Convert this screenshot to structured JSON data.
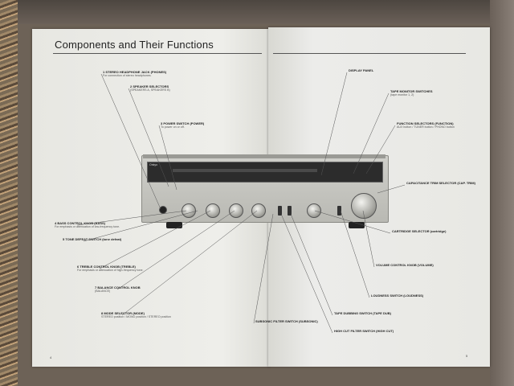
{
  "title": "Components and Their Functions",
  "panel_brand": "Onkyo",
  "left_notes": [
    {
      "head": "1 STEREO HEADPHONE JACK (PHONES)",
      "body": "For connection of stereo headphones."
    },
    {
      "head": "2 SPEAKER SELECTORS",
      "body": "(SPEAKERS A, SPEAKERS B)"
    },
    {
      "head": "3 POWER SWITCH (POWER)",
      "body": "To power on or off."
    },
    {
      "head": "4 BASS CONTROL KNOB (BASS)",
      "body": "For emphasis or attenuation of low-frequency tone."
    },
    {
      "head": "5 TONE DEFEAT SWITCH (tone defeat)",
      "body": ""
    },
    {
      "head": "6 TREBLE CONTROL KNOB (TREBLE)",
      "body": "For emphasis or attenuation of high-frequency tone."
    },
    {
      "head": "7 BALANCE CONTROL KNOB",
      "body": "(BALANCE)"
    },
    {
      "head": "8 MODE SELECTOR (MODE)",
      "body": "STEREO position / MONO position / STEREO position"
    }
  ],
  "right_notes": [
    {
      "head": "DISPLAY PANEL",
      "body": ""
    },
    {
      "head": "TAPE MONITOR SWITCHES",
      "body": "(tape monitor 1, 2)"
    },
    {
      "head": "FUNCTION SELECTORS (FUNCTION)",
      "body": "AUX button / TUNER button / PHONO button"
    },
    {
      "head": "CAPACITANCE TRIM SELECTOR (CAP. TRIM)",
      "body": ""
    },
    {
      "head": "CARTRIDGE SELECTOR (cartridge)",
      "body": ""
    },
    {
      "head": "VOLUME CONTROL KNOB (VOLUME)",
      "body": ""
    },
    {
      "head": "LOUDNESS SWITCH (LOUDNESS)",
      "body": ""
    },
    {
      "head": "TAPE DUBBING SWITCH (TAPE DUB)",
      "body": ""
    },
    {
      "head": "HIGH CUT FILTER SWITCH (HIGH CUT)",
      "body": ""
    },
    {
      "head": "SUBSONIC FILTER SWITCH (SUBSONIC)",
      "body": ""
    }
  ],
  "page_left_num": "4",
  "page_right_num": "5"
}
